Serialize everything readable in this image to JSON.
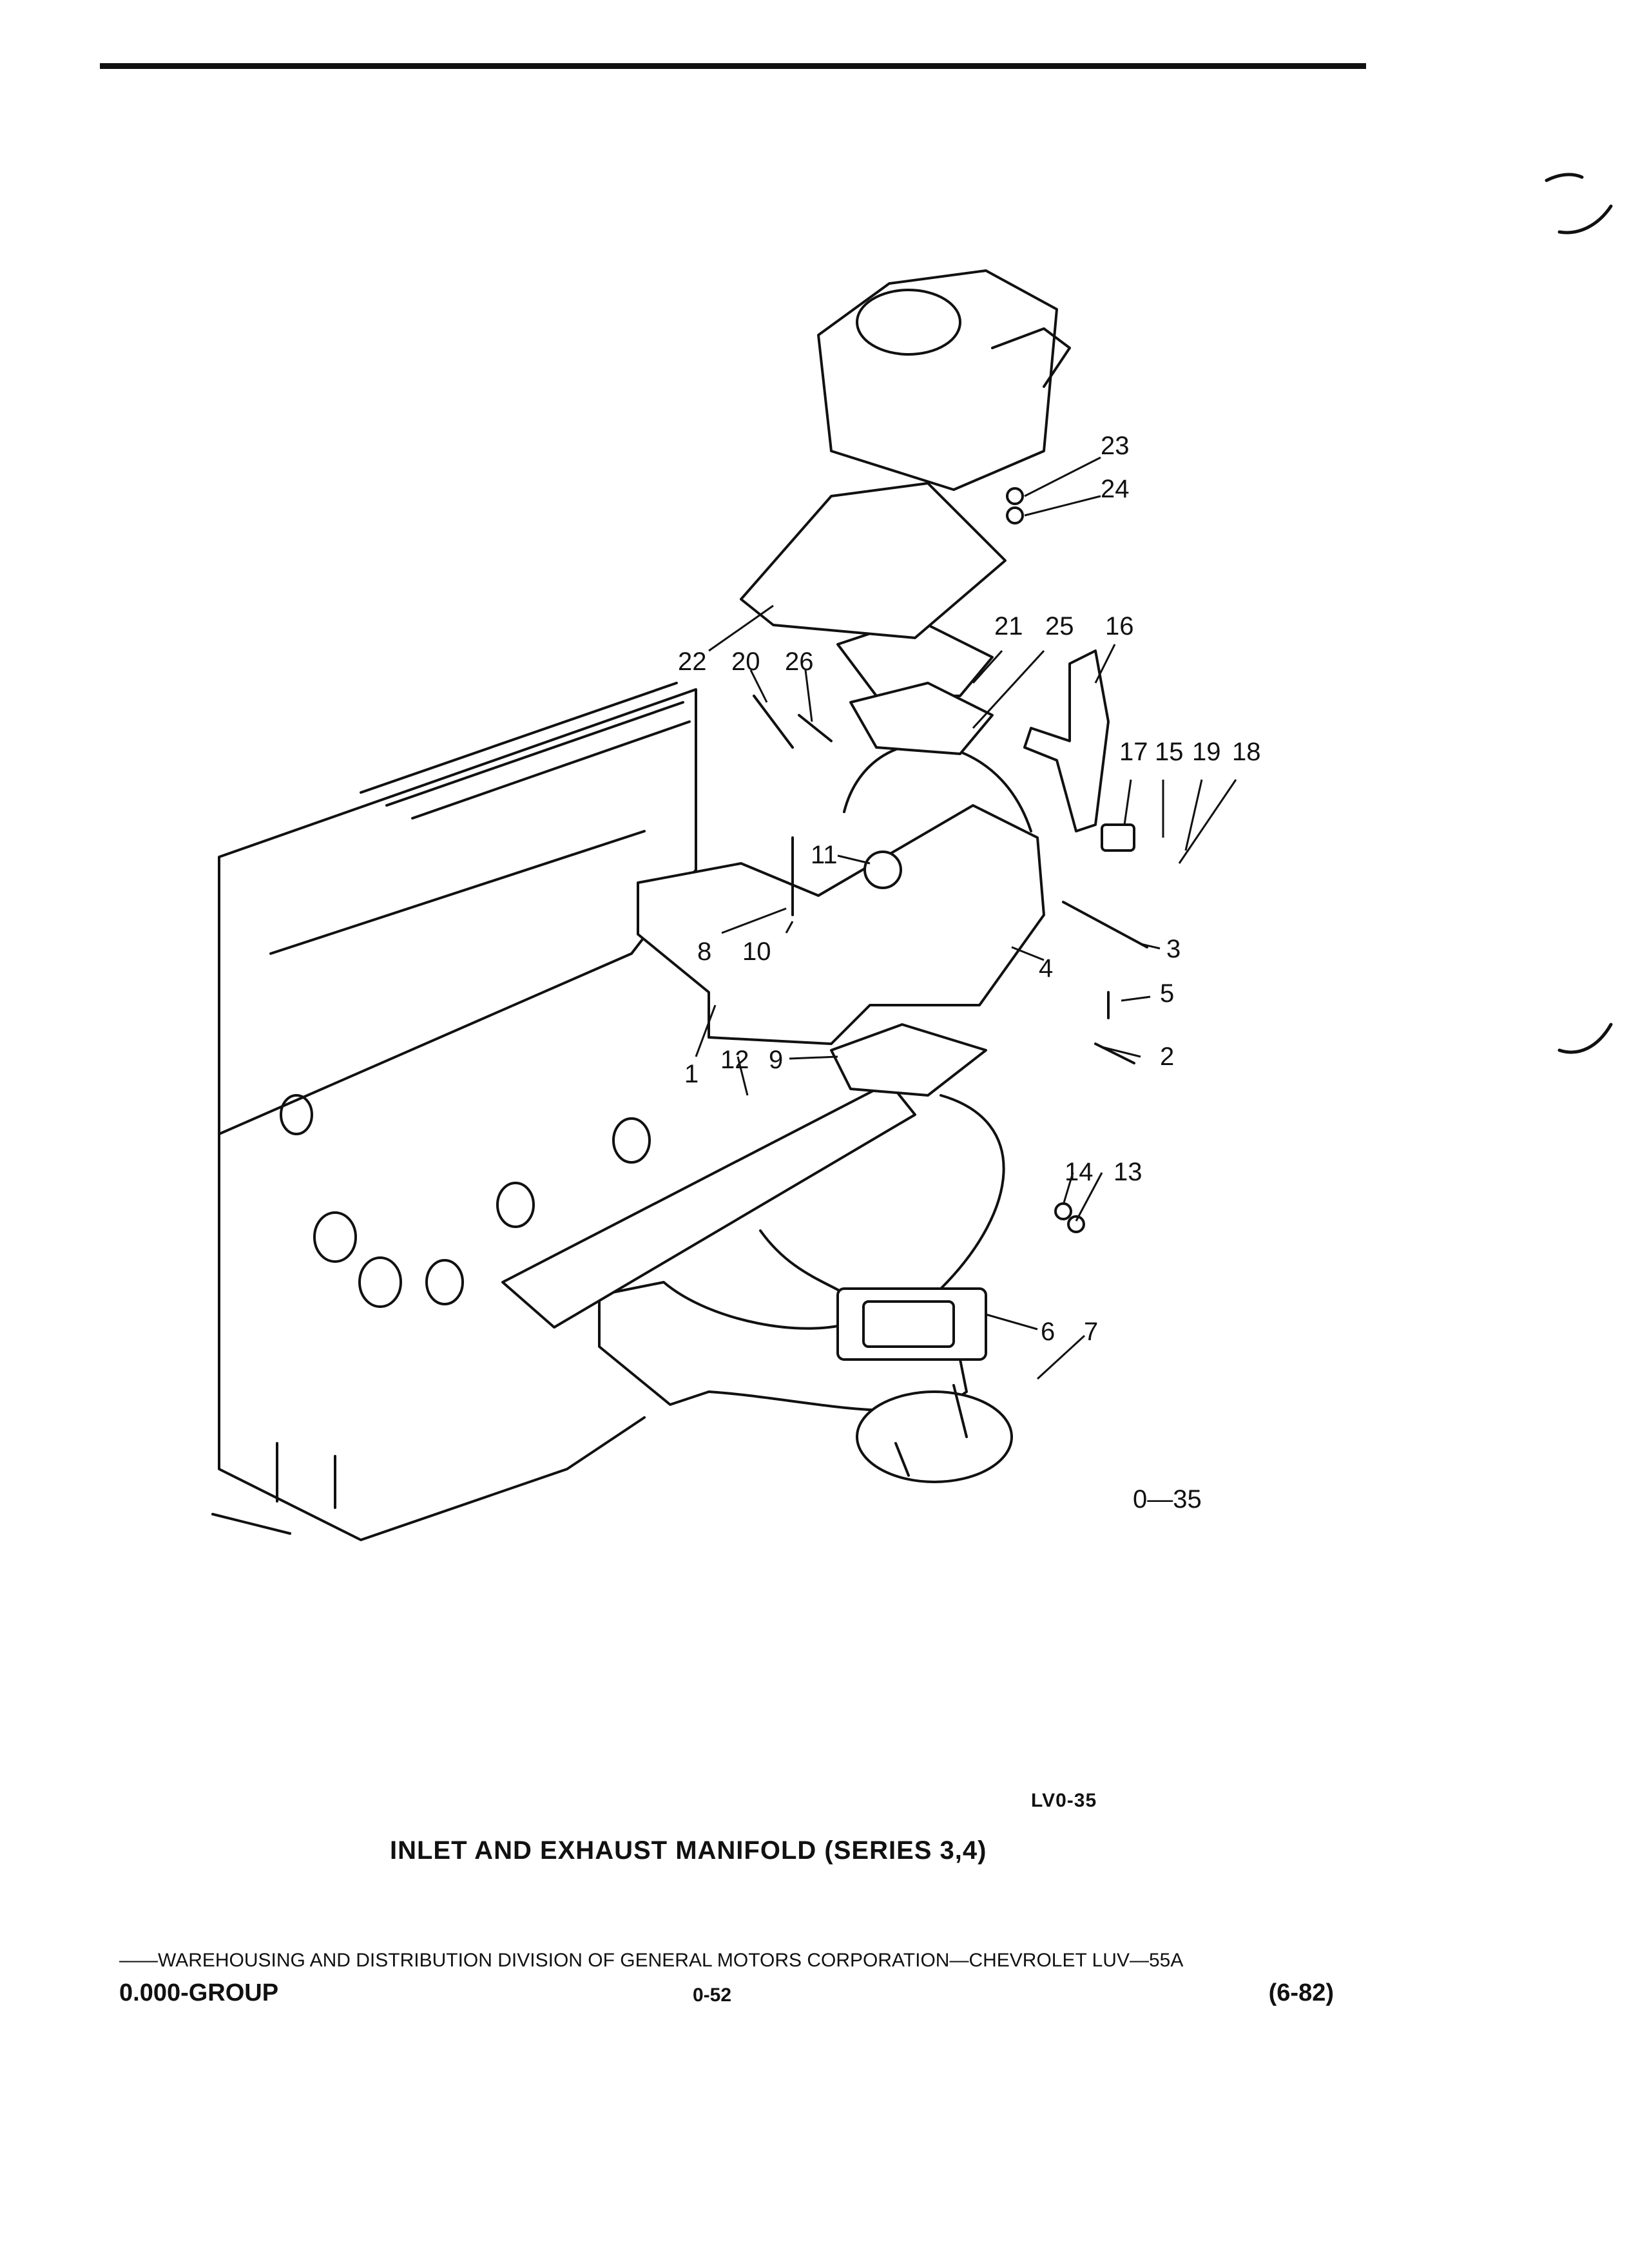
{
  "diagram": {
    "view_code": "0—35",
    "callouts": [
      {
        "label": "1"
      },
      {
        "label": "2"
      },
      {
        "label": "3"
      },
      {
        "label": "4"
      },
      {
        "label": "5"
      },
      {
        "label": "6"
      },
      {
        "label": "7"
      },
      {
        "label": "8"
      },
      {
        "label": "9"
      },
      {
        "label": "10"
      },
      {
        "label": "11"
      },
      {
        "label": "12"
      },
      {
        "label": "13"
      },
      {
        "label": "14"
      },
      {
        "label": "15"
      },
      {
        "label": "16"
      },
      {
        "label": "17"
      },
      {
        "label": "18"
      },
      {
        "label": "19"
      },
      {
        "label": "20"
      },
      {
        "label": "21"
      },
      {
        "label": "22"
      },
      {
        "label": "23"
      },
      {
        "label": "24"
      },
      {
        "label": "25"
      },
      {
        "label": "26"
      }
    ]
  },
  "figure_code": "LV0-35",
  "caption": "INLET AND EXHAUST MANIFOLD (SERIES 3,4)",
  "footer": {
    "line": "——WAREHOUSING AND DISTRIBUTION  DIVISION OF GENERAL MOTORS CORPORATION—CHEVROLET LUV—55A",
    "group": "0.000-GROUP",
    "page": "0-52",
    "date": "(6-82)"
  }
}
